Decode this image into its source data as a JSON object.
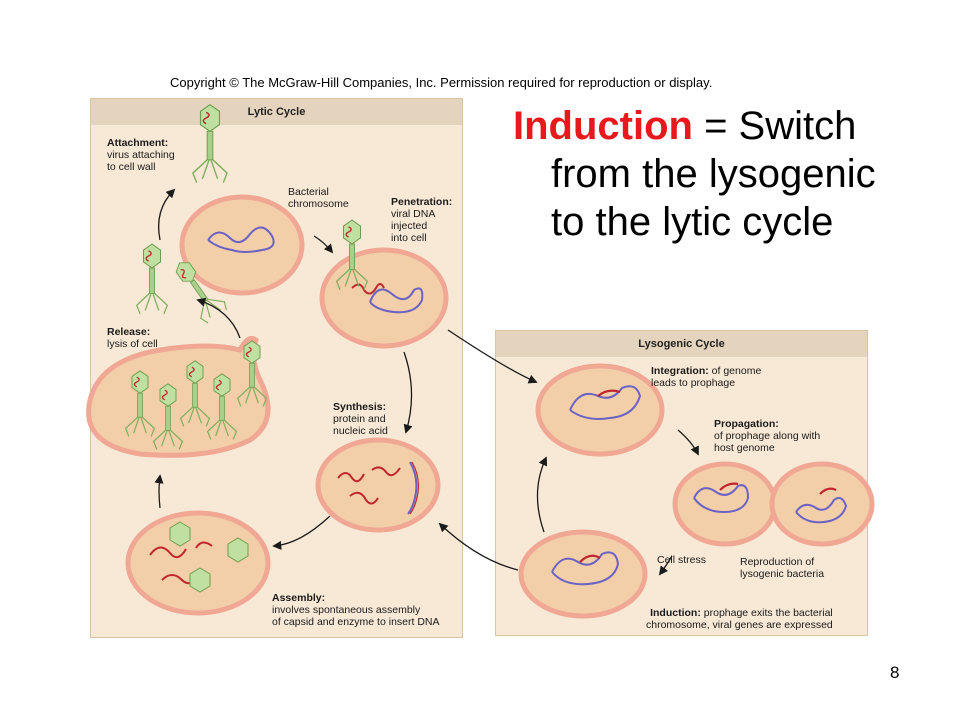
{
  "copyright": "Copyright © The McGraw-Hill Companies, Inc. Permission required for reproduction or display.",
  "title": {
    "term": "Induction",
    "rest": " = Switch",
    "line2": "from the lysogenic",
    "line3": "to the lytic cycle"
  },
  "page_number": "8",
  "lytic": {
    "header": "Lytic Cycle",
    "attachment": {
      "title": "Attachment:",
      "lines": [
        "virus attaching",
        "to cell wall"
      ]
    },
    "bacterial_chromosome": [
      "Bacterial",
      "chromosome"
    ],
    "penetration": {
      "title": "Penetration:",
      "lines": [
        "viral DNA",
        "injected",
        "into cell"
      ]
    },
    "release": {
      "title": "Release:",
      "lines": [
        "lysis of cell"
      ]
    },
    "synthesis": {
      "title": "Synthesis:",
      "lines": [
        "protein and",
        "nucleic acid"
      ]
    },
    "assembly": {
      "title": "Assembly:",
      "lines": [
        "involves spontaneous assembly",
        "of capsid and enzyme to insert DNA"
      ]
    }
  },
  "lysogenic": {
    "header": "Lysogenic Cycle",
    "integration": {
      "title": "Integration:",
      "lines": [
        "of genome",
        "leads to prophage"
      ]
    },
    "propagation": {
      "title": "Propagation:",
      "lines": [
        "of prophage along with",
        "host genome"
      ]
    },
    "cell_stress": "Cell stress",
    "reproduction": [
      "Reproduction of",
      "lysogenic bacteria"
    ],
    "induction": {
      "title": "Induction:",
      "lines": [
        "prophage exits the bacterial",
        "chromosome, viral genes are expressed"
      ]
    }
  },
  "colors": {
    "title_red": "#e8181c",
    "cell_fill": "#f2cfa9",
    "cell_border": "#f0a794",
    "dna_blue": "#6b62c4",
    "dna_red": "#c0262d",
    "phage_green": "#8fc06b"
  }
}
